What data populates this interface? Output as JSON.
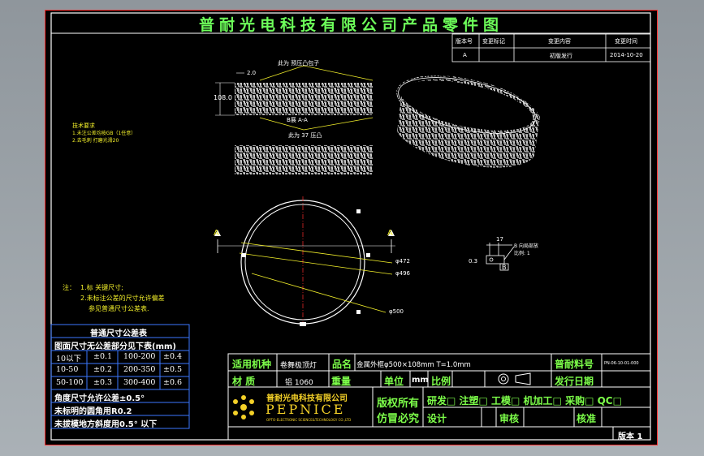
{
  "title": "普耐光电科技有限公司产品零件图",
  "revision_table": {
    "headers": [
      "版本号",
      "变更标记",
      "变更内容",
      "变更时间"
    ],
    "row": [
      "A",
      "",
      "初版发行",
      "2014-10-20"
    ]
  },
  "drawing": {
    "callout_top": "此为 预压凸包子",
    "callout_bottom": "此为 37 压凸",
    "dim_height": "108.0",
    "dim_gap": "2.0",
    "section_mark": "B展  A-A",
    "section_left": "A",
    "section_right": "A",
    "dia_472": "φ472",
    "dia_496": "φ496",
    "dia_500": "φ500",
    "detail_dim_17": "17",
    "detail_dim_03": "0.3",
    "detail_b": "B",
    "detail_note": "B 向局部放\n比例: 1",
    "tech_req_title": "技术要求",
    "tech_req_1": "1.未注公差均按GB（1任意）",
    "tech_req_2": "2.去毛刺  打磨光滑20"
  },
  "notes": {
    "label": "注：",
    "line1": "1.标      关键尺寸;",
    "line2": "2.未标注公差的尺寸允许偏差",
    "line3": "参见普通尺寸公差表."
  },
  "tolerance_table": {
    "title": "普通尺寸公差表",
    "subtitle": "图面尺寸无公差部分见下表(mm)",
    "rows": [
      [
        "10以下",
        "±0.1",
        "100-200",
        "±0.4"
      ],
      [
        "10-50",
        "±0.2",
        "200-350",
        "±0.5"
      ],
      [
        "50-100",
        "±0.3",
        "300-400",
        "±0.6"
      ]
    ],
    "line_angle": "角度尺寸允许公差±0.5°",
    "line_radius": "未标明的圆角用R0.2",
    "line_slope": "未拔模地方斜度用0.5° 以下"
  },
  "title_block": {
    "applicable_machine_label": "适用机种",
    "applicable_machine_value": "卷舞极顶灯",
    "part_name_label": "品名",
    "part_name_value": "金属外框φ500×108mm   T=1.0mm",
    "part_number_label": "普耐料号",
    "part_number_value": "PN-06-10-01-000",
    "material_label": "材    质",
    "material_value": "铝 1060",
    "weight_label": "重量",
    "unit_label": "单位",
    "unit_value": "mm",
    "scale_label": "比例",
    "release_date_label": "发行日期",
    "company_name": "普耐光电科技有限公司",
    "company_logo_text": "PEPNICE",
    "company_sub": "OPTO-ELECTRONIC SCIENCE&TECHNOLOGY CO.,LTD",
    "copyright_1": "版权所有",
    "copyright_2": "仿冒必究",
    "dept_options": "研发□ 注塑□ 工模□ 机加工□ 采购□ QC□",
    "design_label": "设计",
    "review_label": "审核",
    "approve_label": "核准",
    "version_label": "版本 1"
  }
}
